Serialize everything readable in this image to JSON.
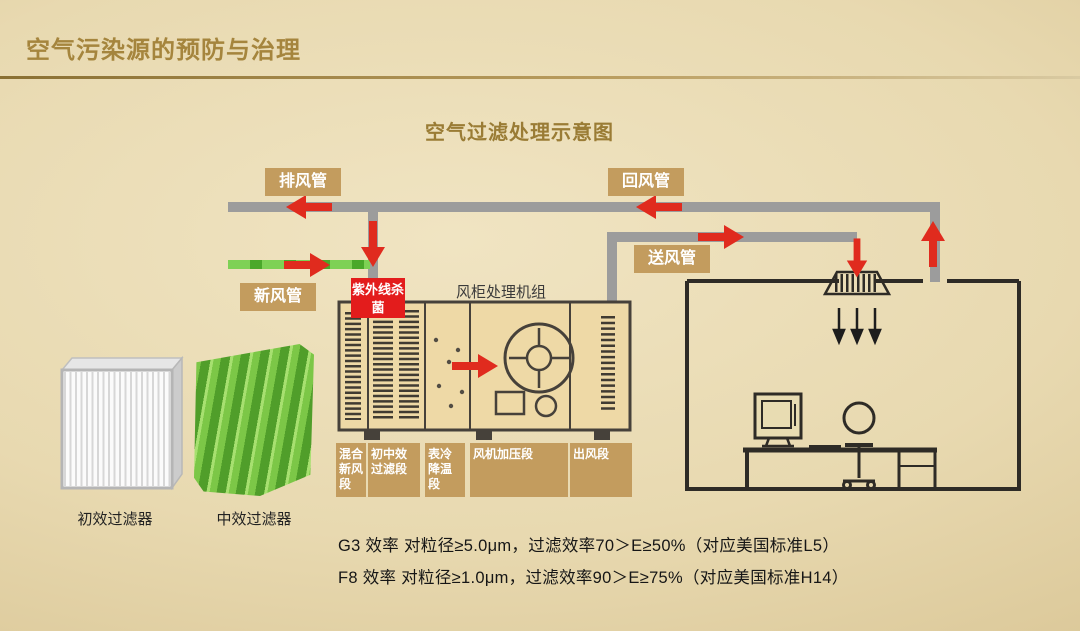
{
  "slide": {
    "title": "空气污染源的预防与治理",
    "subtitle": "空气过滤处理示意图"
  },
  "labels": {
    "exhaust_duct": "排风管",
    "return_duct": "回风管",
    "fresh_duct": "新风管",
    "supply_duct": "送风管",
    "uv": "紫外线杀菌",
    "ahu_title": "风柜处理机组"
  },
  "ahu_sections": [
    {
      "label": "混合新风段"
    },
    {
      "label": "初中效过滤段"
    },
    {
      "label": "表冷降温段"
    },
    {
      "label": "风机加压段"
    },
    {
      "label": "出风段"
    }
  ],
  "filters": [
    {
      "label": "初效过滤器"
    },
    {
      "label": "中效过滤器"
    }
  ],
  "notes": [
    "G3 效率 对粒径≥5.0μm，过滤效率70＞E≥50%（对应美国标准L5）",
    "F8 效率 对粒径≥1.0μm，过滤效率90＞E≥75%（对应美国标准H14）"
  ],
  "colors": {
    "accent_gold": "#a5853d",
    "label_bg": "#c39c5e",
    "arrow_red": "#e02b1e",
    "duct_gray": "#9c9c9c",
    "fresh_green": "#6cc24a",
    "uv_red": "#e31c1c"
  }
}
